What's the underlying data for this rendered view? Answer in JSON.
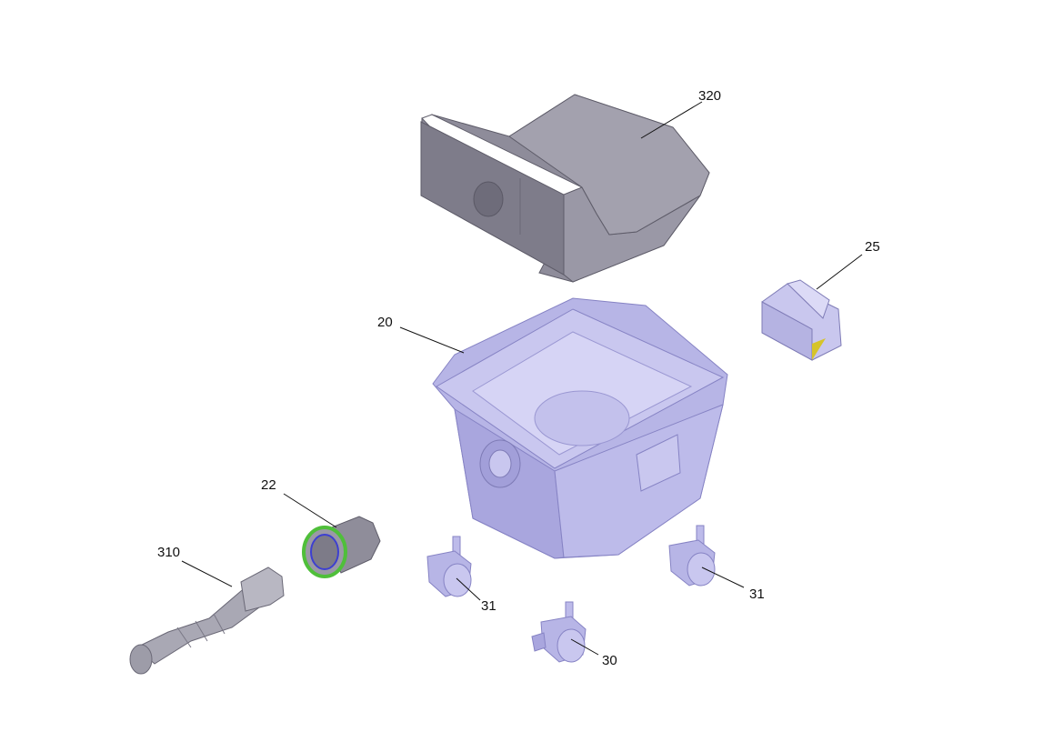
{
  "callouts": {
    "c320": "320",
    "c25": "25",
    "c20": "20",
    "c22": "22",
    "c310": "310",
    "c31a": "31",
    "c31b": "31",
    "c30": "30"
  },
  "colors": {
    "container": "#b7b5e6",
    "container_dark": "#9c99d6",
    "container_light": "#d3d1f3",
    "lid": "#8e8c9a",
    "lid_dark": "#74727f",
    "hose": "#a9a8b4",
    "ring_green": "#4fbf3a",
    "ring_blue": "#3d3fd0",
    "clip_yellow": "#d6c42a"
  }
}
